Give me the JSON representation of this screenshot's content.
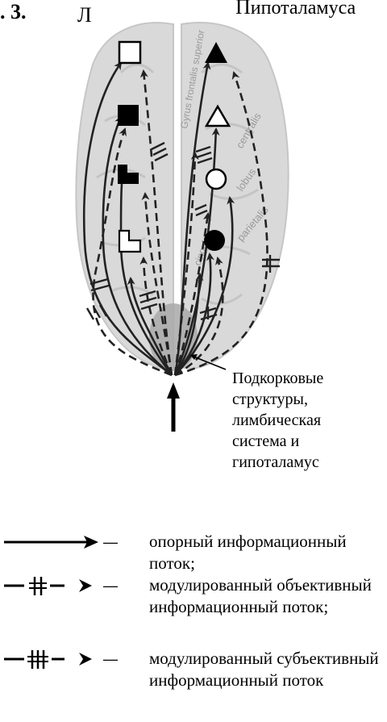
{
  "figure": {
    "number_fragment": ". 3.",
    "left_label": "Л",
    "right_label_big": "П",
    "right_label_rest": "ипоталамуса"
  },
  "annotation": {
    "subcortical": [
      "Подкорковые",
      "структуры,",
      "лимбическая",
      "система и",
      "гипоталамус"
    ]
  },
  "brain_watermark_words": [
    "Gyrus frontalis superior",
    "centralis",
    "lobus",
    "parietalis",
    "cingula"
  ],
  "symbols": {
    "left_column": [
      "open-square",
      "filled-square",
      "l-shape-filled",
      "l-shape-open"
    ],
    "right_column": [
      "filled-triangle",
      "open-triangle",
      "open-circle",
      "filled-circle"
    ]
  },
  "legend": {
    "dash": "—",
    "items": [
      {
        "symbol": "solid-arrow",
        "text": "опорный информационный поток;"
      },
      {
        "symbol": "dashed-arrow-double-cross",
        "text": "модулированный объективный информационный поток;"
      },
      {
        "symbol": "dashed-arrow-triple-cross",
        "text": "модулированный субъективный информационный поток"
      }
    ]
  }
}
